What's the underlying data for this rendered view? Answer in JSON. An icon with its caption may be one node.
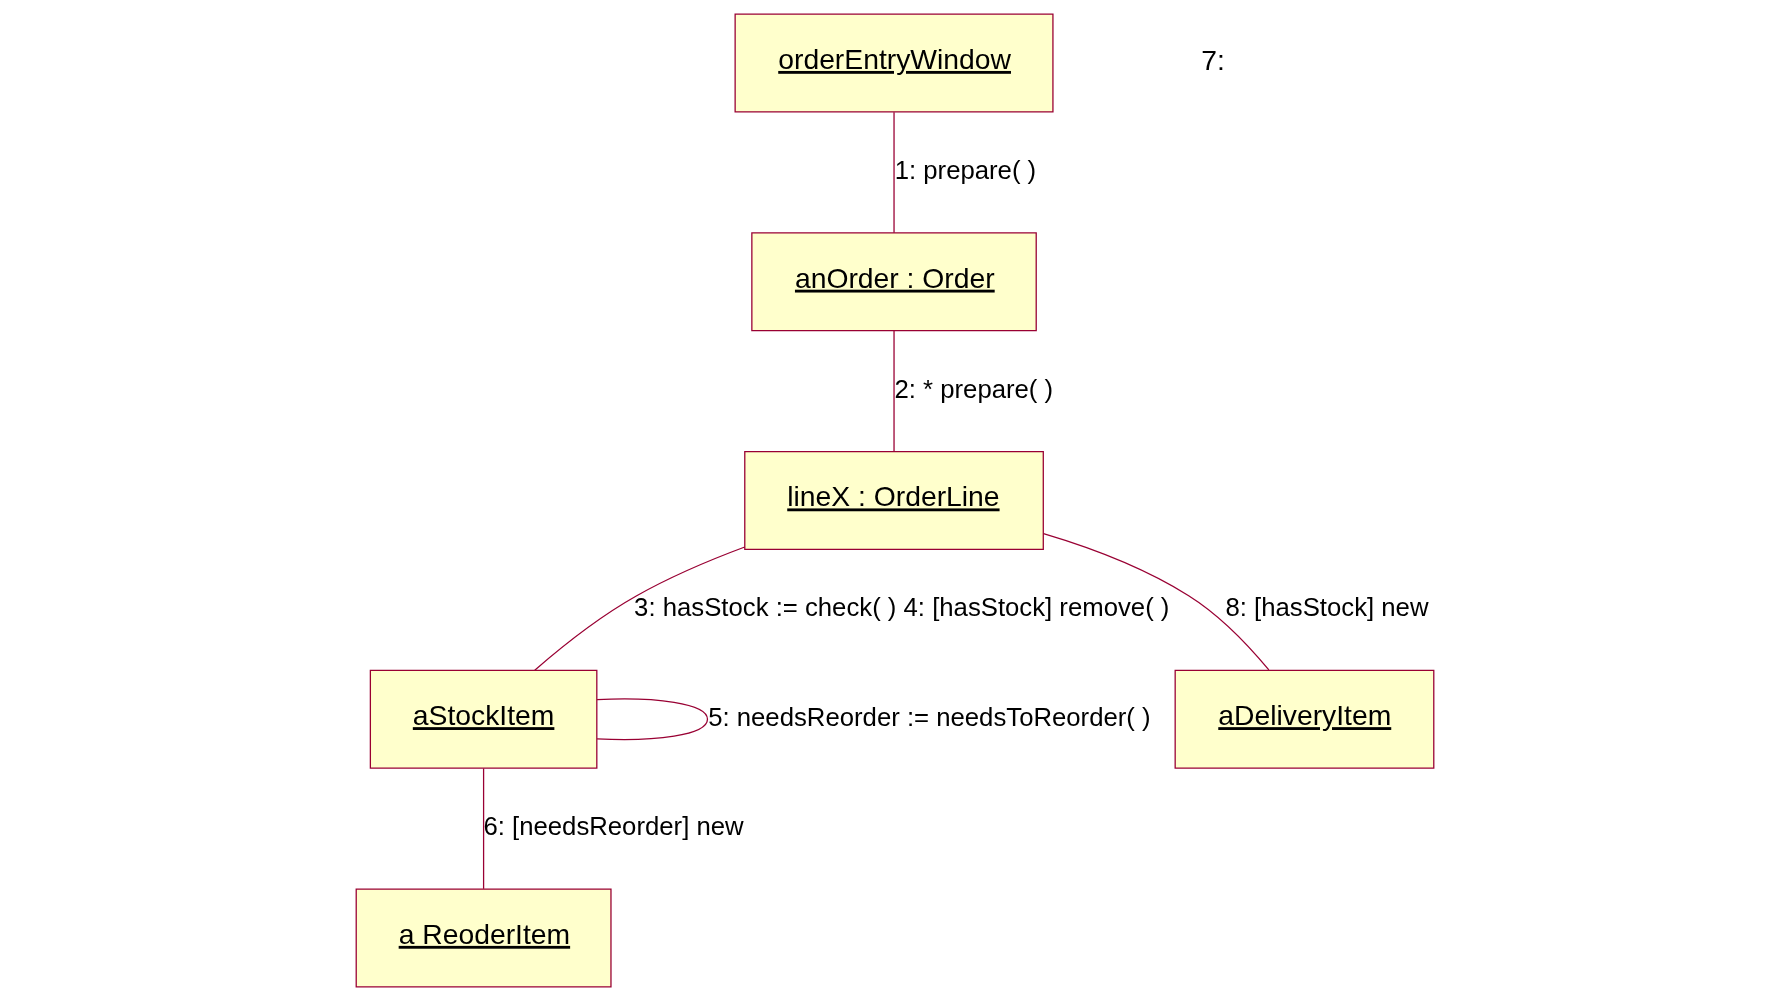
{
  "diagram": {
    "nodes": [
      {
        "text": [
          "anOrder : Order"
        ]
      },
      {
        "text": [
          "lineX : OrderLine"
        ]
      },
      {
        "text": [
          "orderEntryWindow"
        ]
      },
      {
        "text": [
          "aStockItem"
        ]
      },
      {
        "text": [
          "a ReoderItem"
        ]
      },
      {
        "text": [
          "aDeliveryItem"
        ]
      }
    ],
    "edges": [
      {
        "from": 2,
        "to": 0,
        "arrow": "none",
        "label": "1: prepare( )"
      },
      {
        "from": 0,
        "to": 1,
        "arrow": "none",
        "label": "2: * prepare( )"
      },
      {
        "from": 1,
        "to": 3,
        "arrow": "none",
        "label": "3: hasStock := check( ) 4: [hasStock] remove( )"
      },
      {
        "from": 3,
        "to": 3,
        "arrow": "none",
        "label": "5: needsReorder := needsToReorder( )"
      },
      {
        "from": 3,
        "to": 4,
        "arrow": "none",
        "label": "6: [needsReorder] new"
      },
      {
        "from": 1,
        "to": 5,
        "arrow": "none",
        "label": "8: [hasStock] new"
      }
    ],
    "labels": [
      "7:"
    ]
  }
}
